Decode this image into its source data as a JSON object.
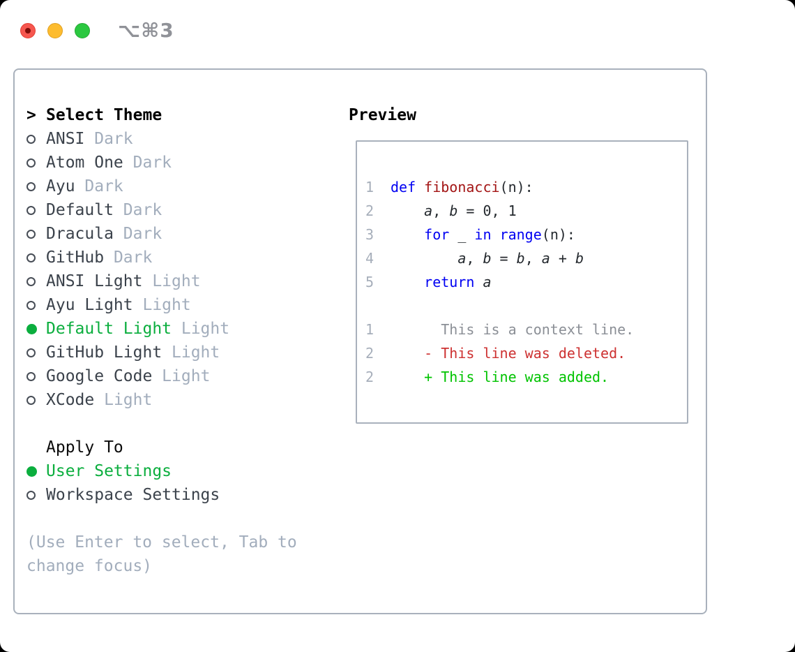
{
  "window": {
    "title": "⌥⌘3",
    "traffic_lights": [
      "close",
      "minimize",
      "zoom"
    ]
  },
  "colors": {
    "accent_green": "#0bae3e",
    "added_green": "#00c300",
    "deleted_red": "#cd3131",
    "context_gray": "#8b8f96",
    "keyword_blue": "#0000f2",
    "function_red": "#a31515",
    "code_default": "#24292e",
    "gutter_gray": "#a6aeba",
    "muted_gray": "#a2adbc",
    "border_gray": "#a9b1bc"
  },
  "theme_picker": {
    "prompt": ">",
    "title": "Select Theme",
    "themes": [
      {
        "name": "ANSI",
        "variant": "Dark",
        "selected": false
      },
      {
        "name": "Atom One",
        "variant": "Dark",
        "selected": false
      },
      {
        "name": "Ayu",
        "variant": "Dark",
        "selected": false
      },
      {
        "name": "Default",
        "variant": "Dark",
        "selected": false
      },
      {
        "name": "Dracula",
        "variant": "Dark",
        "selected": false
      },
      {
        "name": "GitHub",
        "variant": "Dark",
        "selected": false
      },
      {
        "name": "ANSI Light",
        "variant": "Light",
        "selected": false
      },
      {
        "name": "Ayu Light",
        "variant": "Light",
        "selected": false
      },
      {
        "name": "Default Light",
        "variant": "Light",
        "selected": true
      },
      {
        "name": "GitHub Light",
        "variant": "Light",
        "selected": false
      },
      {
        "name": "Google Code",
        "variant": "Light",
        "selected": false
      },
      {
        "name": "XCode",
        "variant": "Light",
        "selected": false
      }
    ],
    "apply_to": {
      "title": "Apply To",
      "options": [
        {
          "label": "User Settings",
          "selected": true
        },
        {
          "label": "Workspace Settings",
          "selected": false
        }
      ]
    },
    "hint": "(Use Enter to select, Tab to change focus)"
  },
  "preview": {
    "title": "Preview",
    "lines": [
      {
        "num": "1",
        "tokens": [
          {
            "t": "def",
            "c": "keyword_blue"
          },
          {
            "t": " ",
            "c": "code_default"
          },
          {
            "t": "fibonacci",
            "c": "function_red"
          },
          {
            "t": "(n):",
            "c": "code_default"
          }
        ]
      },
      {
        "num": "2",
        "tokens": [
          {
            "t": "    ",
            "c": "code_default"
          },
          {
            "t": "a",
            "c": "code_default",
            "i": true
          },
          {
            "t": ", ",
            "c": "code_default"
          },
          {
            "t": "b",
            "c": "code_default",
            "i": true
          },
          {
            "t": " = 0, 1",
            "c": "code_default"
          }
        ]
      },
      {
        "num": "3",
        "tokens": [
          {
            "t": "    ",
            "c": "code_default"
          },
          {
            "t": "for",
            "c": "keyword_blue"
          },
          {
            "t": " _ ",
            "c": "code_default"
          },
          {
            "t": "in",
            "c": "keyword_blue"
          },
          {
            "t": " ",
            "c": "code_default"
          },
          {
            "t": "range",
            "c": "keyword_blue"
          },
          {
            "t": "(n):",
            "c": "code_default"
          }
        ]
      },
      {
        "num": "4",
        "tokens": [
          {
            "t": "        ",
            "c": "code_default"
          },
          {
            "t": "a",
            "c": "code_default",
            "i": true
          },
          {
            "t": ", ",
            "c": "code_default"
          },
          {
            "t": "b",
            "c": "code_default",
            "i": true
          },
          {
            "t": " = ",
            "c": "code_default"
          },
          {
            "t": "b",
            "c": "code_default",
            "i": true
          },
          {
            "t": ", ",
            "c": "code_default"
          },
          {
            "t": "a",
            "c": "code_default",
            "i": true
          },
          {
            "t": " + ",
            "c": "code_default"
          },
          {
            "t": "b",
            "c": "code_default",
            "i": true
          }
        ]
      },
      {
        "num": "5",
        "tokens": [
          {
            "t": "    ",
            "c": "code_default"
          },
          {
            "t": "return",
            "c": "keyword_blue"
          },
          {
            "t": " ",
            "c": "code_default"
          },
          {
            "t": "a",
            "c": "code_default",
            "i": true
          }
        ]
      },
      {
        "num": "",
        "tokens": []
      },
      {
        "num": "1",
        "tokens": [
          {
            "t": "      This is a context line.",
            "c": "context_gray"
          }
        ]
      },
      {
        "num": "2",
        "tokens": [
          {
            "t": "    ",
            "c": "code_default"
          },
          {
            "t": "- This line was deleted.",
            "c": "deleted_red"
          }
        ]
      },
      {
        "num": "2",
        "tokens": [
          {
            "t": "    ",
            "c": "code_default"
          },
          {
            "t": "+ This line was added.",
            "c": "added_green"
          }
        ]
      }
    ]
  }
}
